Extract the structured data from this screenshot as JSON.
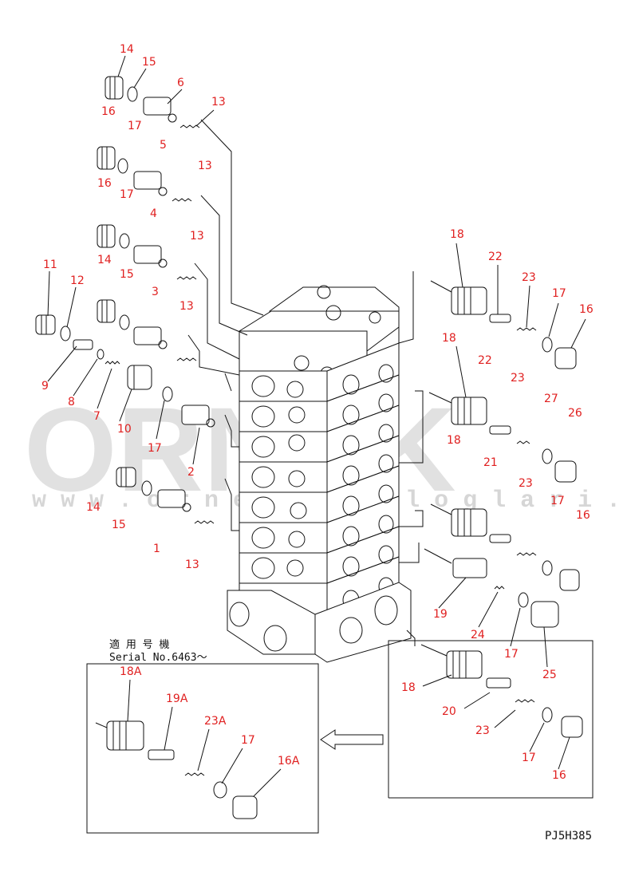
{
  "watermark": {
    "brand": "ORNEK",
    "url": "w w w . o r n e k k a t a l o g l a r i . c o m . t r"
  },
  "note": {
    "line1": "適 用 号 機",
    "line2": "Serial No.6463～"
  },
  "drawing_code": "PJ5H385",
  "part_labels": [
    "14",
    "15",
    "6",
    "13",
    "16",
    "17",
    "5",
    "13",
    "16",
    "17",
    "4",
    "13",
    "11",
    "12",
    "14",
    "15",
    "3",
    "13",
    "9",
    "8",
    "7",
    "10",
    "17",
    "2",
    "14",
    "15",
    "1",
    "13",
    "18",
    "22",
    "23",
    "17",
    "16",
    "18",
    "22",
    "23",
    "27",
    "26",
    "18",
    "21",
    "23",
    "17",
    "16",
    "19",
    "24",
    "17",
    "25",
    "18",
    "20",
    "23",
    "17",
    "16",
    "18A",
    "19A",
    "23A",
    "17",
    "16A"
  ]
}
